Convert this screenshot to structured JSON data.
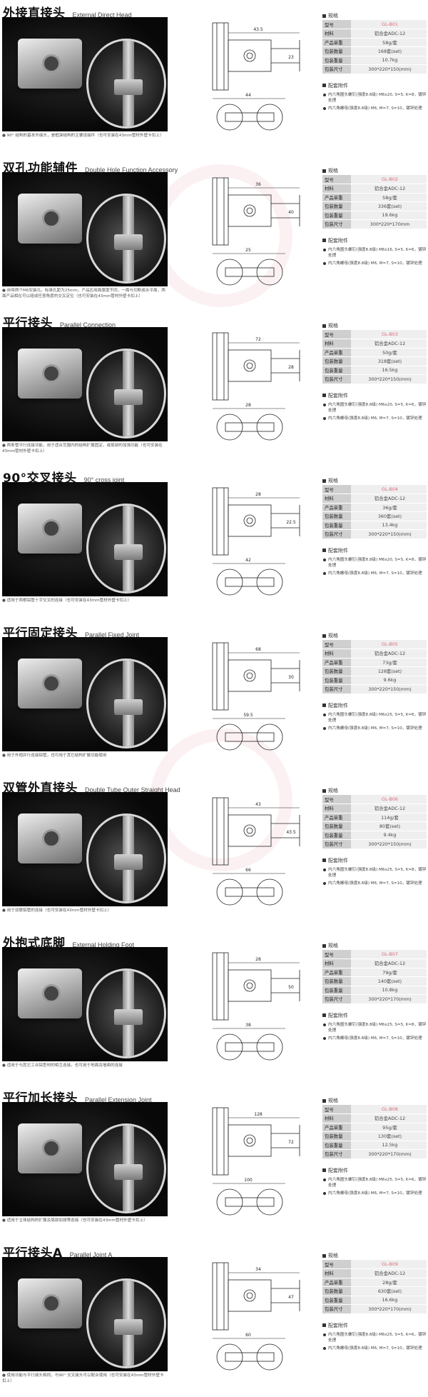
{
  "spec_heading": "规格",
  "acc_heading": "配套附件",
  "spec_labels": {
    "model": "型号",
    "material": "材料",
    "weight": "产品单重",
    "pack_qty": "包装数量",
    "pack_weight": "包装重量",
    "pack_size": "包装尺寸"
  },
  "sections": [
    {
      "title_cn": "外接直接头",
      "title_en": "External Direct Head",
      "note": "90° 结构的基本外接头，是框架结构的主要连接件（也可安装在43mm管材外壁卡扣上）",
      "dims": [
        "43.5",
        "44",
        "23"
      ],
      "spec": {
        "model": "GL-B01",
        "material": "铝合金ADC-12",
        "weight": "58g/套",
        "pack_qty": "168套(set)",
        "pack_weight": "10.7kg",
        "pack_size": "300*220*150(mm)"
      },
      "acc": [
        "内六角圆头螺钉(强度8.8级) M6x20, S=5, K=8，镀锌处理",
        "内六角螺母(强度8.8级) M6, M=7, S=10，镀锌处理"
      ]
    },
    {
      "title_cn": "双孔功能辅件",
      "title_en": "Double Hole Function Accessory",
      "note": "自带两个M6安装孔，标准孔距为25mm，产品应用面厚度不同，一面与切断成水平面，两面产品相在可以组成任意角度的交叉定位（也可安装在43mm管材外壁卡扣上）",
      "dims": [
        "36",
        "25",
        "40"
      ],
      "spec": {
        "model": "GL-B02",
        "material": "铝合金ADC-12",
        "weight": "58g/套",
        "pack_qty": "336套(set)",
        "pack_weight": "19.6kg",
        "pack_size": "300*220*170mm"
      },
      "acc": [
        "内六角圆头螺钉(强度8.8级) M6x16, S=5, K=6，镀锌处理",
        "内六角螺母(强度8.8级) M6, M=7, S=10，镀锌处理"
      ]
    },
    {
      "title_cn": "平行接头",
      "title_en": "Parallel Connection",
      "note": "两条管平行连接功能，用于适合范围内的结构扩展固定，或局部的加强功能（也可安装在43mm管材外壁卡扣上）",
      "dims": [
        "72",
        "28",
        "28"
      ],
      "spec": {
        "model": "GL-B03",
        "material": "铝合金ADC-12",
        "weight": "50g/套",
        "pack_qty": "318套(set)",
        "pack_weight": "16.5kg",
        "pack_size": "300*220*150(mm)"
      },
      "acc": [
        "内六角圆头螺钉(强度8.8级) M6x20, S=5, K=6，镀锌处理",
        "内六角螺母(强度8.8级) M6, M=7, S=10，镀锌处理"
      ]
    },
    {
      "title_cn": "90°交叉接头",
      "title_en": "90° cross joint",
      "note": "适用于两根铝管十字交叉的连接（也可安装在43mm管材外壁卡扣上）",
      "dims": [
        "28",
        "42",
        "22.5"
      ],
      "spec": {
        "model": "GL-B04",
        "material": "铝合金ADC-12",
        "weight": "36g/套",
        "pack_qty": "360套(set)",
        "pack_weight": "13.4kg",
        "pack_size": "300*220*150(mm)"
      },
      "acc": [
        "内六角圆头螺钉(强度8.8级) M6x20, S=5, K=8，镀锌处理",
        "内六角螺母(强度8.8级) M6, M=7, S=10，镀锌处理"
      ]
    },
    {
      "title_cn": "平行固定接头",
      "title_en": "Parallel Fixed Joint",
      "note": "用于外抱并行连接铝管，也可用于其它结构扩展功能使用",
      "dims": [
        "68",
        "59.5",
        "30"
      ],
      "spec": {
        "model": "GL-B05",
        "material": "铝合金ADC-12",
        "weight": "73g/套",
        "pack_qty": "128套(set)",
        "pack_weight": "9.6kg",
        "pack_size": "300*220*150(mm)"
      },
      "acc": [
        "内六角圆头螺钉(强度8.8级) M6x25, S=5, K=6，镀锌处理",
        "内六角螺母(强度8.8级) M6, M=7, S=10，镀锌处理"
      ]
    },
    {
      "title_cn": "双管外直接头",
      "title_en": "Double Tube Outer Straight Head",
      "note": "用于双联铝管的连接（也可安装在43mm管材外壁卡扣上）",
      "dims": [
        "43",
        "66",
        "43.5"
      ],
      "spec": {
        "model": "GL-B06",
        "material": "铝合金ADC-12",
        "weight": "114g/套",
        "pack_qty": "80套(set)",
        "pack_weight": "9.4kg",
        "pack_size": "300*220*150(mm)"
      },
      "acc": [
        "内六角圆头螺钉(强度8.8级) M6x25, S=5, K=8，镀锌处理",
        "内六角螺母(强度8.8级) M6, M=7, S=10，镀锌处理"
      ]
    },
    {
      "title_cn": "外抱式底脚",
      "title_en": "External Holding Foot",
      "note": "适用于与其它工业铝型材的相互连接，也可用于地面及墙面的连接",
      "dims": [
        "28",
        "38",
        "50"
      ],
      "spec": {
        "model": "GL-B07",
        "material": "铝合金ADC-12",
        "weight": "79g/套",
        "pack_qty": "140套(set)",
        "pack_weight": "10.8kg",
        "pack_size": "300*220*170(mm)"
      },
      "acc": [
        "内六角圆头螺钉(强度8.8级) M6x25, S=5, K=8，镀锌处理",
        "内六角螺母(强度8.8级) M6, M=7, S=10，镀锌处理"
      ]
    },
    {
      "title_cn": "平行加长接头",
      "title_en": "Parallel Extension Joint",
      "note": "适用于主体结构的扩展及局部加强等连接（也可安装在43mm管材外壁卡扣上）",
      "dims": [
        "128",
        "100",
        "72"
      ],
      "spec": {
        "model": "GL-B08",
        "material": "铝合金ADC-12",
        "weight": "95g/套",
        "pack_qty": "130套(set)",
        "pack_weight": "12.5kg",
        "pack_size": "300*220*170(mm)"
      },
      "acc": [
        "内六角圆头螺钉(强度8.8级) M6x25, S=5, K=6，镀锌处理",
        "内六角螺母(强度8.8级) M6, M=7, S=10，镀锌处理"
      ]
    },
    {
      "title_cn": "平行接头A",
      "title_en": "Parallel Joint A",
      "note": "使用功能与平行接头相同，与90° 交叉接头可以配合使用（也可安装在43mm管材外壁卡扣上）",
      "dims": [
        "34",
        "60",
        "47"
      ],
      "spec": {
        "model": "GL-B09",
        "material": "铝合金ADC-12",
        "weight": "28g/套",
        "pack_qty": "630套(set)",
        "pack_weight": "16.6kg",
        "pack_size": "300*220*170(mm)"
      },
      "acc": [
        "内六角圆头螺钉(强度8.8级) M6x25, S=5, K=6，镀锌处理",
        "内六角螺母(强度8.8级) M6, M=7, S=10，镀锌处理"
      ]
    }
  ]
}
